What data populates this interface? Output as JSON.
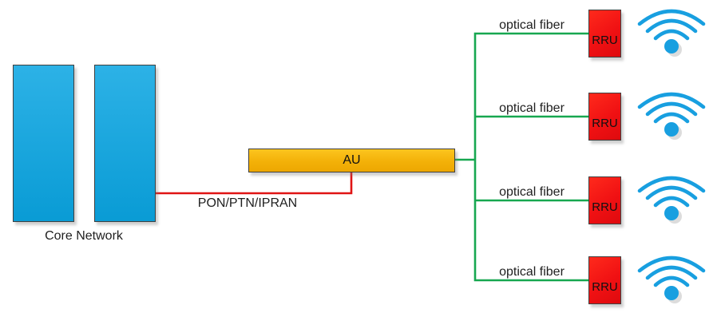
{
  "diagram": {
    "core_network": {
      "label": "Core Network"
    },
    "au": {
      "label": "AU"
    },
    "backhaul_link": {
      "label": "PON/PTN/IPRAN"
    },
    "branches": [
      {
        "fiber_label": "optical fiber",
        "rru_label": "RRU"
      },
      {
        "fiber_label": "optical fiber",
        "rru_label": "RRU"
      },
      {
        "fiber_label": "optical fiber",
        "rru_label": "RRU"
      },
      {
        "fiber_label": "optical fiber",
        "rru_label": "RRU"
      }
    ]
  },
  "colors": {
    "node-blue": "#0AA5E2",
    "node-red": "#F01113",
    "node-gold": "#F3B108",
    "line-green": "#17A750",
    "line-red": "#E01414",
    "wifi-blue": "#189FE0",
    "border-dark": "#404040"
  }
}
